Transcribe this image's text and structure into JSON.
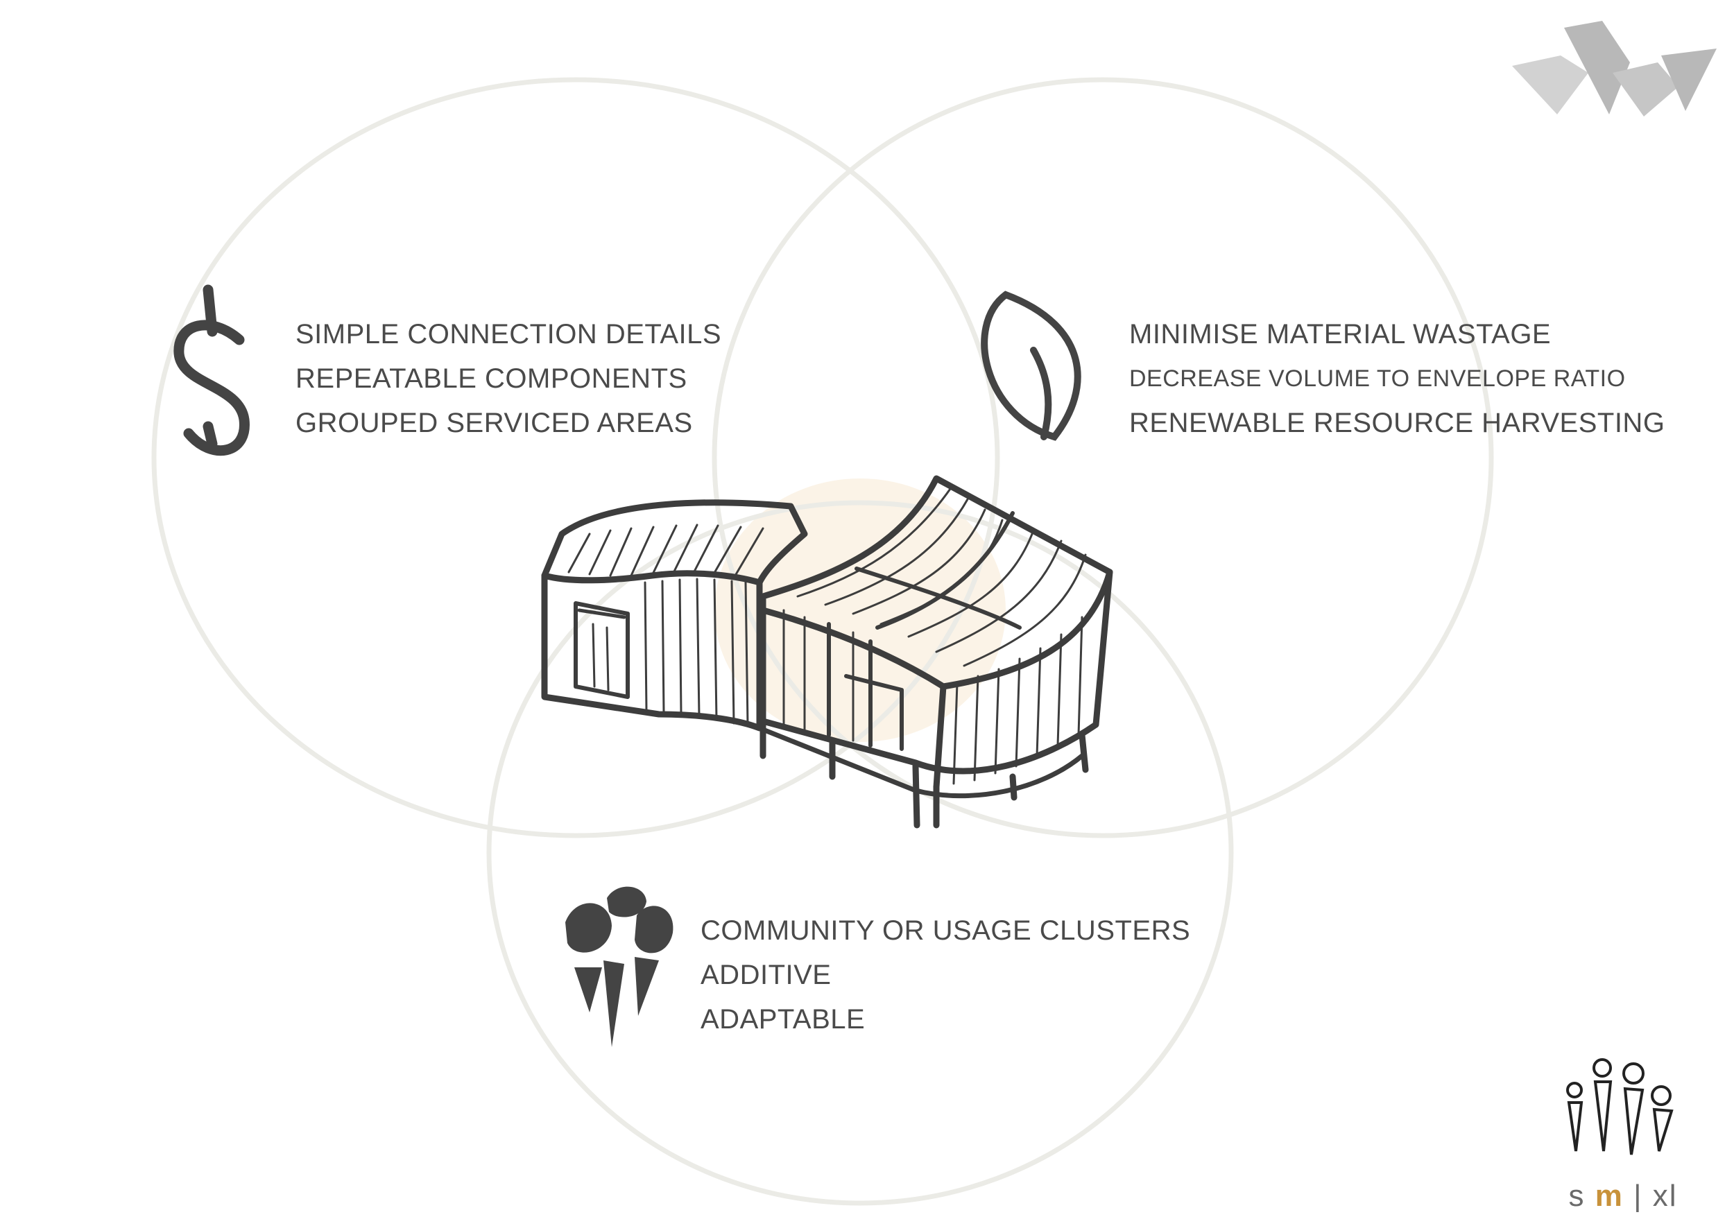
{
  "groups": [
    {
      "id": "cost",
      "icon": "dollar-icon",
      "lines": [
        "SIMPLE CONNECTION DETAILS",
        "REPEATABLE COMPONENTS",
        "GROUPED SERVICED AREAS"
      ]
    },
    {
      "id": "environment",
      "icon": "leaf-icon",
      "lines": [
        "MINIMISE MATERIAL WASTAGE",
        "DECREASE VOLUME TO ENVELOPE RATIO",
        "RENEWABLE RESOURCE HARVESTING"
      ]
    },
    {
      "id": "social",
      "icon": "people-cluster-icon",
      "lines": [
        "COMMUNITY OR USAGE CLUSTERS",
        "ADDITIVE",
        "ADAPTABLE"
      ]
    }
  ],
  "brand": {
    "s": "s",
    "m": "m",
    "sep": "|",
    "xl": "xl"
  },
  "colors": {
    "text": "#4a4a4a",
    "circle": "#ebebe6",
    "sketch": "#3d3d3d",
    "accent": "#c8923a",
    "center_glow": "#f7e9d4",
    "logo": "#b8b8b8"
  }
}
